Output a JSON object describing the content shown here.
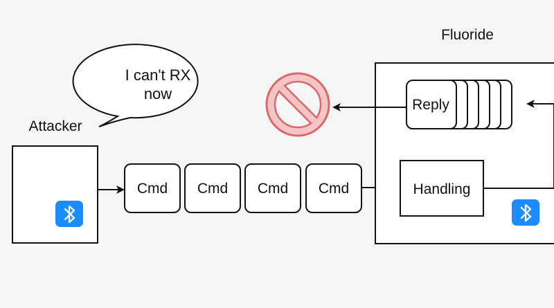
{
  "diagram": {
    "attacker_label": "Attacker",
    "fluoride_label": "Fluoride",
    "speech_bubble": {
      "line1": "I can't RX",
      "line2": "now"
    },
    "command_label": "Cmd",
    "command_count": 4,
    "handling_label": "Handling",
    "reply_label": "Reply",
    "reply_queue_depth": 6,
    "icons": {
      "bluetooth": "bluetooth-icon",
      "blocked": "prohibited-icon"
    },
    "colors": {
      "bluetooth": "#1a8cff",
      "blocked_fill": "#f4c5c5",
      "blocked_stroke": "#d9686c",
      "background": "#f5f5f5"
    }
  }
}
